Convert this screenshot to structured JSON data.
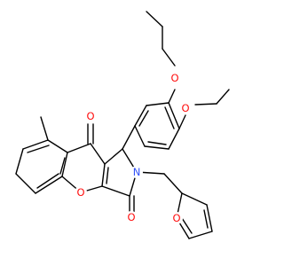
{
  "structure": {
    "atom_labels": {
      "o_propoxy": "O",
      "o_ethoxy": "O",
      "o_ketone": "O",
      "o_ring": "O",
      "o_lactam": "O",
      "o_furan": "O",
      "n_lactam": "N"
    },
    "colors": {
      "bond": "#000000",
      "oxygen": "#ff0d0d",
      "nitrogen": "#3050f8",
      "background": "#ffffff"
    }
  }
}
